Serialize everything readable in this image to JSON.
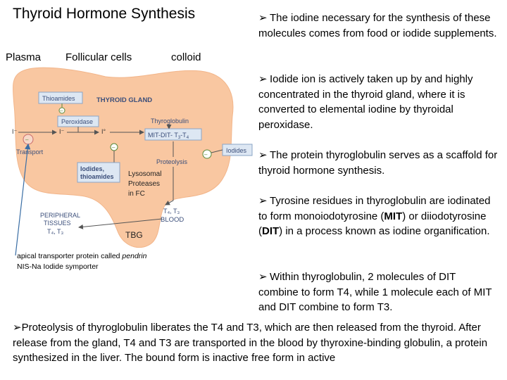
{
  "title": "Thyroid Hormone Synthesis",
  "headers": {
    "plasma": "Plasma",
    "follicular": "Follicular cells",
    "colloid": "colloid"
  },
  "diagram": {
    "thyroid_gland": "THYROID GLAND",
    "thioamides": "Thioamides",
    "peroxidase": "Peroxidase",
    "thyroglobulin": "Thyroglobulin",
    "mit_dit": "MIT-DIT- T",
    "mit_dit_sub1": "3",
    "mit_dit_sep": "-T",
    "mit_dit_sub2": "4",
    "iodide_in": "I⁻",
    "iodide_mid": "I⁻",
    "iodine": "I°",
    "transport": "Transport",
    "proteolysis": "Proteolysis",
    "iodides": "Iodides",
    "iodides_thioamides_1": "Iodides,",
    "iodides_thioamides_2": "thioamides",
    "lysosomal_1": "Lysosomal",
    "lysosomal_2": "Proteases",
    "lysosomal_3": "in FC",
    "t4t3_label": "T₄, T₃",
    "blood": "BLOOD",
    "peripheral_1": "PERIPHERAL",
    "peripheral_2": "TISSUES",
    "peripheral_3": "T₄, T₃",
    "tbg": "TBG",
    "minus": "–"
  },
  "footnotes": {
    "line1_prefix": "apical transporter protein called ",
    "line1_em": "pendrin",
    "line2": "NIS-Na Iodide symporter"
  },
  "bullets": [
    {
      "text": "The iodine necessary for the synthesis of these molecules comes from food or iodide supplements."
    },
    {
      "text": "Iodide ion is actively taken up by and highly concentrated in the thyroid gland, where it is converted to elemental iodine by thyroidal peroxidase."
    },
    {
      "text": "The protein thyroglobulin  serves as a scaffold for thyroid hormone synthesis."
    },
    {
      "pre": "Tyrosine residues in thyroglobulin are iodinated to form monoiodotyrosine (",
      "b1": "MIT",
      "mid": ") or diiodotyrosine (",
      "b2": "DIT",
      "post": ") in a process known as iodine organification."
    },
    {
      "text": "Within thyroglobulin, 2 molecules of DIT combine to form T4, while 1 molecule each of MIT and DIT combine to form T3."
    }
  ],
  "bottom": "Proteolysis of thyroglobulin liberates the T4 and T3, which are then released from the thyroid. After release from the gland, T4 and T3 are transported in the blood by thyroxine-binding globulin, a protein synthesized in the liver. The bound form is inactive free form in active",
  "arrow_glyph": "➢",
  "colors": {
    "gland": "#f9c7a1",
    "box": "#dde7f3",
    "box_border": "#8aa4c6",
    "label": "#3b4e7a",
    "inhibit": "#5a8a3a"
  }
}
